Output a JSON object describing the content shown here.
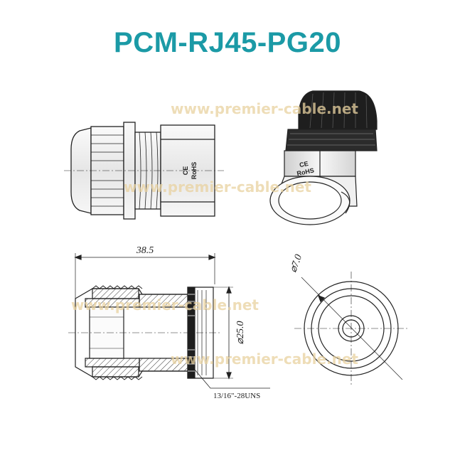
{
  "title": "PCM-RJ45-PG20",
  "watermark": "www.premier-cable.net",
  "marks": {
    "ce": "CE",
    "rohs": "RoHS"
  },
  "dimensions": {
    "length": "38.5",
    "thread_diameter": "⌀25.0",
    "outer_diameter": "⌀7.0",
    "thread_spec": "13/16\"-28UNS"
  },
  "colors": {
    "title": "#1b9aa6",
    "line": "#222222",
    "body_fill": "#f4f4f4",
    "dark_fill": "#1e1e1e",
    "watermark": "#e9d2a0"
  }
}
